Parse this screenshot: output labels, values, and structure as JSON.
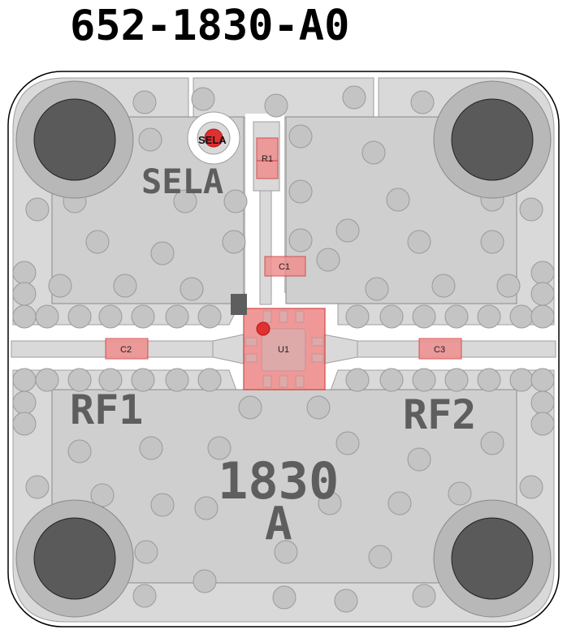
{
  "board": {
    "part_number": "652-1830-A0",
    "outline_color": "#000000",
    "copper_color": "#d9d9d9",
    "copper_edge": "#9e9e9e",
    "via_color": "#c4c4c4",
    "mount_hole_color": "#5a5a5a",
    "component_fill": "#ef8f8f",
    "component_stroke": "#d23a3a",
    "silkscreen_color": "#5e5e5e"
  },
  "silkscreen": {
    "sela": "SELA",
    "rf1": "RF1",
    "rf2": "RF2",
    "part": "1830",
    "rev": "A"
  },
  "test_point": {
    "label": "SELA"
  },
  "components": {
    "r1": "R1",
    "c1": "C1",
    "c2": "C2",
    "c3": "C3",
    "u1": "U1"
  }
}
